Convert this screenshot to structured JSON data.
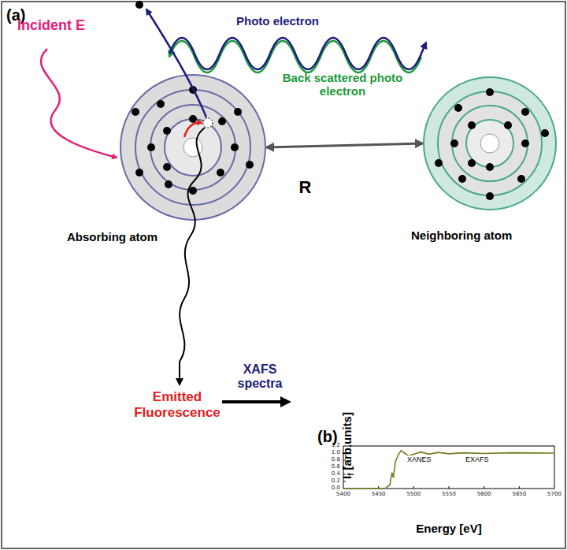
{
  "diagram": {
    "nodes": [
      {
        "text": [
          "Absorbing atom"
        ]
      },
      {
        "text": [
          "Neighboring atom"
        ]
      }
    ],
    "edges": [
      {
        "from": 0,
        "to": 1,
        "arrow": "both",
        "label": "R"
      }
    ],
    "labels": [
      "(a)",
      "Incident E",
      "Photo electron",
      "Back scattered photo electron",
      "Emitted Fluorescence",
      "XAFS spectra",
      "(b)",
      "1.2",
      "1.0",
      "0.8",
      "0.6",
      "0.4",
      "0.2",
      "0.0",
      "I",
      "f",
      "[arb.units]",
      "5400",
      "5450",
      "5500",
      "5550",
      "5600",
      "5650",
      "5700",
      "XANES",
      "EXAFS",
      "Energy [eV]"
    ]
  }
}
